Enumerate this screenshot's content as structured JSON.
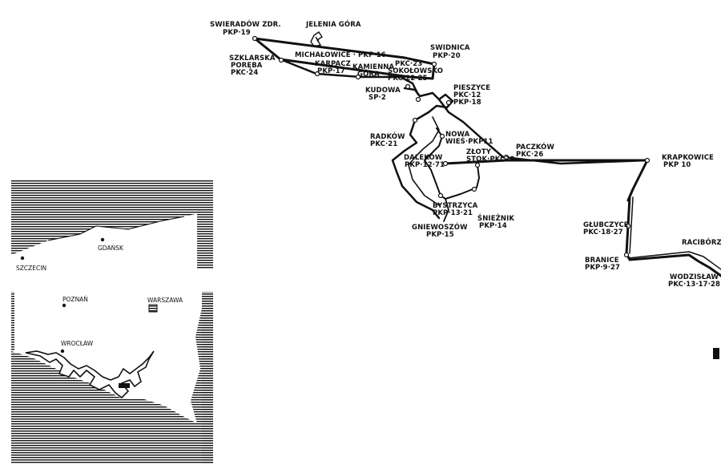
{
  "colors": {
    "ink": "#111111",
    "paper": "#ffffff"
  },
  "main_map": {
    "labels": {
      "swieradow_name": "SWIERADÓW ZDR.",
      "swieradow_code": "PKP·19",
      "jelenia_gora": "JELENIA GÓRA",
      "swidnica_name": "SWIDNICA",
      "swidnica_code": "PKP·20",
      "michalowice": "MICHAŁOWICE · PKP·16",
      "szklarska_1": "SZKLARSKA",
      "szklarska_2": "PORĘBA",
      "szklarska_code": "PKC·24",
      "karpacz_name": "KARPACZ",
      "karpacz_code": "PKP·17",
      "kamienna_1": "KAMIENNA",
      "kamienna_2": "GÓRA",
      "kamienna_code": "PKC·23",
      "sokolowsko_name": "SOKOŁOWSKO",
      "sokolowsko_code": "PKC·22·25",
      "pieszyce_name": "PIESZYCE",
      "pieszyce_code_1": "PKC·12",
      "pieszyce_code_2": "PKP·18",
      "kudowa_name": "KUDOWA",
      "kudowa_code": "SP·2",
      "nowa_1": "NOWA",
      "nowa_2": "WIEŚ·PKP11",
      "radkow_name": "RADKÓW",
      "radkow_code": "PKC·21",
      "zloty_1": "ZŁOTY",
      "zloty_2": "STOK·PKC20",
      "paczkow_name": "PACZKÓW",
      "paczkow_code": "PKC·26",
      "krapkowice_name": "KRAPKOWICE",
      "krapkowice_code": "PKP 10",
      "dzielczyn_name": "DALEKÓW",
      "dzielczyn_code": "PKP·12·71",
      "bystrzyca_name": "BYSTRZYCA",
      "bystrzyca_code": "PKP·13·21",
      "snieznik_name": "ŚNIEŻNIK",
      "snieznik_code": "PKP·14",
      "gniewoszow_name": "GNIEWOSZÓW",
      "gniewoszow_code": "PKP·15",
      "glubczyce_name": "GŁUBCZYCE",
      "glubczyce_code": "PKC·18·27",
      "branice_name": "BRANICE",
      "branice_code": "PKP·9·27",
      "raciborz_name": "RACIBÓRZ",
      "wodzislaw_name": "WODZISŁAW",
      "wodzislaw_code": "PKC·13·17·28"
    }
  },
  "inset_map": {
    "cities": {
      "gdansk": "GDAŃSK",
      "szczecin": "SZCZECIN",
      "poznan": "POZNAŃ",
      "warszawa": "WARSZAWA",
      "wroclaw": "WROCŁAW"
    }
  }
}
